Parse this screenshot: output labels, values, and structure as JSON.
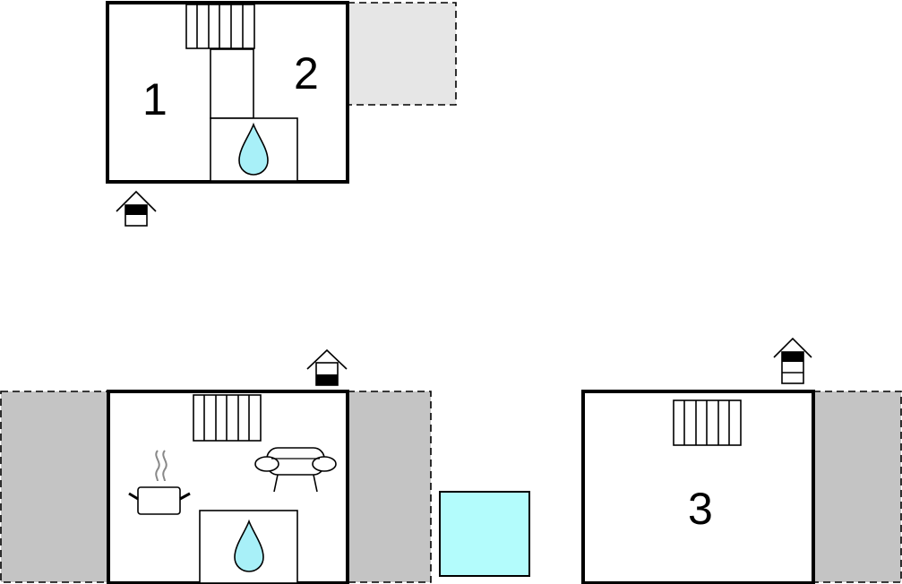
{
  "floorplan": {
    "upper_floor": {
      "rooms": [
        {
          "label": "1",
          "type": "bedroom"
        },
        {
          "label": "2",
          "type": "bedroom"
        }
      ],
      "icons": [
        "stairs-icon",
        "bathroom-water-drop-icon",
        "floor-level-house-icon"
      ],
      "outdoor_area": "terrace"
    },
    "ground_floor": {
      "icons": [
        "stairs-icon",
        "kitchen-pot-icon",
        "sofa-icon",
        "bathroom-water-drop-icon",
        "floor-level-house-icon"
      ],
      "outdoor_areas": [
        "terrace",
        "terrace"
      ],
      "pool": true
    },
    "annex": {
      "rooms": [
        {
          "label": "3",
          "type": "bedroom"
        }
      ],
      "icons": [
        "stairs-icon",
        "floor-level-house-icon"
      ],
      "outdoor_area": "terrace"
    },
    "colors": {
      "wall": "#000000",
      "water": "#a8f0f8",
      "pool": "#b3fcfc",
      "terrace_light": "#e6e6e6",
      "terrace_dark": "#c4c4c4"
    }
  }
}
